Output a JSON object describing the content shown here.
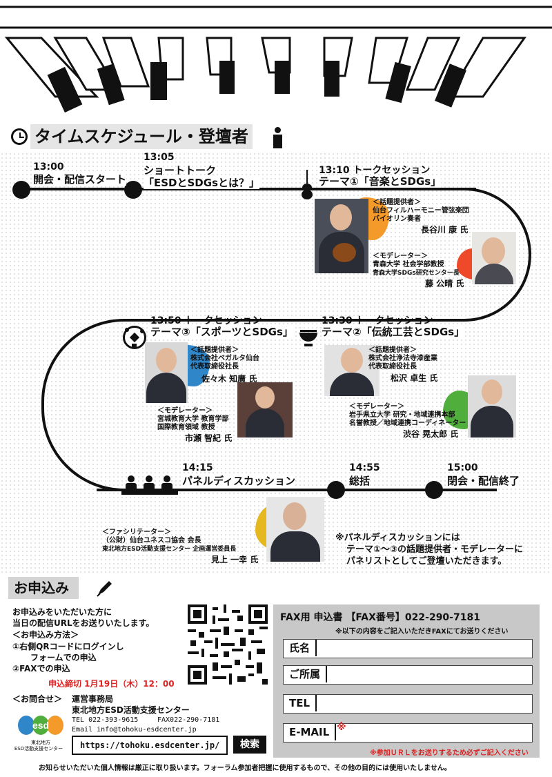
{
  "header": {
    "title": "タイムスケジュール・登壇者"
  },
  "schedule": {
    "open": {
      "time": "13:00",
      "label": "開会・配信スタート"
    },
    "short_talk": {
      "time": "13:05",
      "label1": "ショートトーク",
      "label2": "「ESDとSDGsとは？」"
    },
    "session1": {
      "time": "13:10 トークセッション",
      "theme": "テーマ①「音楽とSDGs」",
      "speaker": {
        "role": "＜話題提供者＞",
        "org1": "仙台フィルハーモニー管弦楽団",
        "org2": "バイオリン奏者",
        "name": "長谷川 康 氏"
      },
      "moderator": {
        "role": "＜モデレーター＞",
        "org1": "青森大学 社会学部教授",
        "org2": "青森大学SDGs研究センター長",
        "name": "藤 公晴 氏"
      }
    },
    "session2": {
      "time": "13:30 トークセッション",
      "theme": "テーマ②「伝統工芸とSDGs」",
      "speaker": {
        "role": "＜話題提供者＞",
        "org1": "株式会社浄法寺漆産業",
        "org2": "代表取締役社長",
        "name": "松沢 卓生 氏"
      },
      "moderator": {
        "role": "＜モデレーター＞",
        "org1": "岩手県立大学 研究・地域連携本部",
        "org2": "名誉教授／地域連携コーディネーター",
        "name": "渋谷 晃太郎 氏"
      }
    },
    "session3": {
      "time": "13:50 トークセッション",
      "theme": "テーマ③「スポーツとSDGs」",
      "speaker": {
        "role": "＜話題提供者＞",
        "org1": "株式会社ベガルタ仙台",
        "org2": "代表取締役社長",
        "name": "佐々木 知廣 氏"
      },
      "moderator": {
        "role": "＜モデレーター＞",
        "org1": "宮城教育大学 教育学部",
        "org2": "国際教育領域 教授",
        "name": "市瀬 智紀 氏"
      }
    },
    "panel": {
      "time": "14:15",
      "label": "パネルディスカッション",
      "facilitator": {
        "role": "＜ファシリテーター＞",
        "org1": "（公財）仙台ユネスコ協会 会長",
        "org2": "東北地方ESD活動支援センター 企画運営委員長",
        "name": "見上 一幸 氏"
      },
      "note1": "※パネルディスカッションには",
      "note2": "テーマ①～③の話題提供者・モデレーターに",
      "note3": "パネリストとしてご登壇いただきます。"
    },
    "summary": {
      "time": "14:55",
      "label": "総括"
    },
    "close": {
      "time": "15:00",
      "label": "閉会・配信終了"
    }
  },
  "apply": {
    "title": "お申込み",
    "intro1": "お申込みをいただいた方に",
    "intro2": "当日の配信URLをお送りいたします。",
    "method_title": "＜お申込み方法＞",
    "method1": "①右側QRコードにログインし",
    "method1b": "フォームでの申込",
    "method2": "②FAXでの申込",
    "deadline": "申込締切 1月19日（木）12：00",
    "contact_title": "＜お問合せ＞",
    "office1": "運営事務局",
    "office2": "東北地方ESD活動支援センター",
    "tel": "TEL 022-393-9615",
    "fax": "FAX022-290-7181",
    "email": "Email info@tohoku-esdcenter.jp",
    "url": "https://tohoku.esdcenter.jp/",
    "search_btn": "検索",
    "logo_text1": "東北地方",
    "logo_text2": "ESD活動支援センター"
  },
  "fax_form": {
    "title": "FAX用 申込書 【FAX番号】022-290-7181",
    "instruction": "※以下の内容をご記入いただきFAXにてお送りください",
    "fields": [
      "氏名",
      "ご所属",
      "TEL",
      "E-MAIL"
    ],
    "email_mark": "※",
    "email_note": "※参加ＵＲＬをお送りするため必ずご記入ください"
  },
  "footer": {
    "privacy": "お知らせいただいた個人情報は厳正に取り扱います。フォーラム参加者把握に使用するもので、その他の目的には使用いたしません。"
  },
  "colors": {
    "orange": "#f39a2b",
    "yellow": "#e6b820",
    "green": "#4fae3c",
    "blue": "#2f86c9",
    "gray": "#c8c8c8"
  }
}
